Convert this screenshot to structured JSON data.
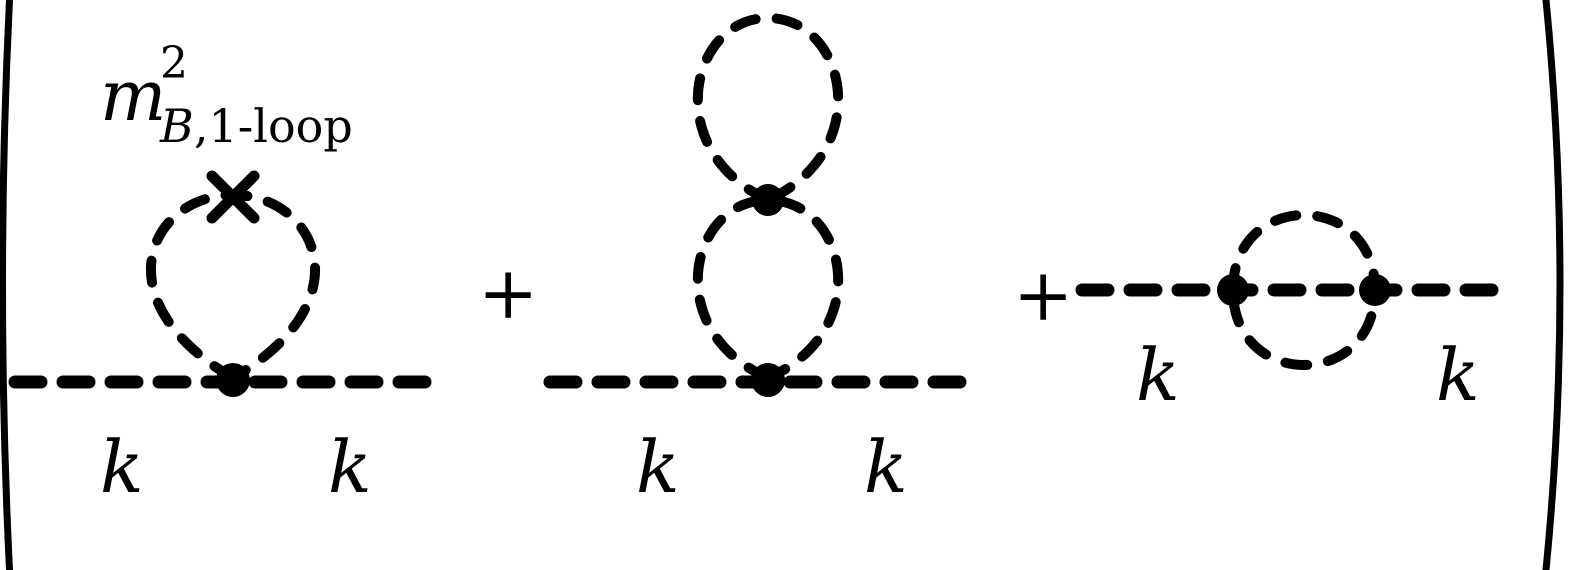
{
  "diagram1": {
    "insertion_symbol": "m",
    "insertion_superscript": "2",
    "insertion_subscript_italic": "B",
    "insertion_subscript_rest": ",1-loop",
    "momentum_left": "k",
    "momentum_right": "k"
  },
  "plus_1": "+",
  "diagram2": {
    "momentum_left": "k",
    "momentum_right": "k"
  },
  "plus_2": "+",
  "diagram3": {
    "momentum_left": "k",
    "momentum_right": "k"
  }
}
